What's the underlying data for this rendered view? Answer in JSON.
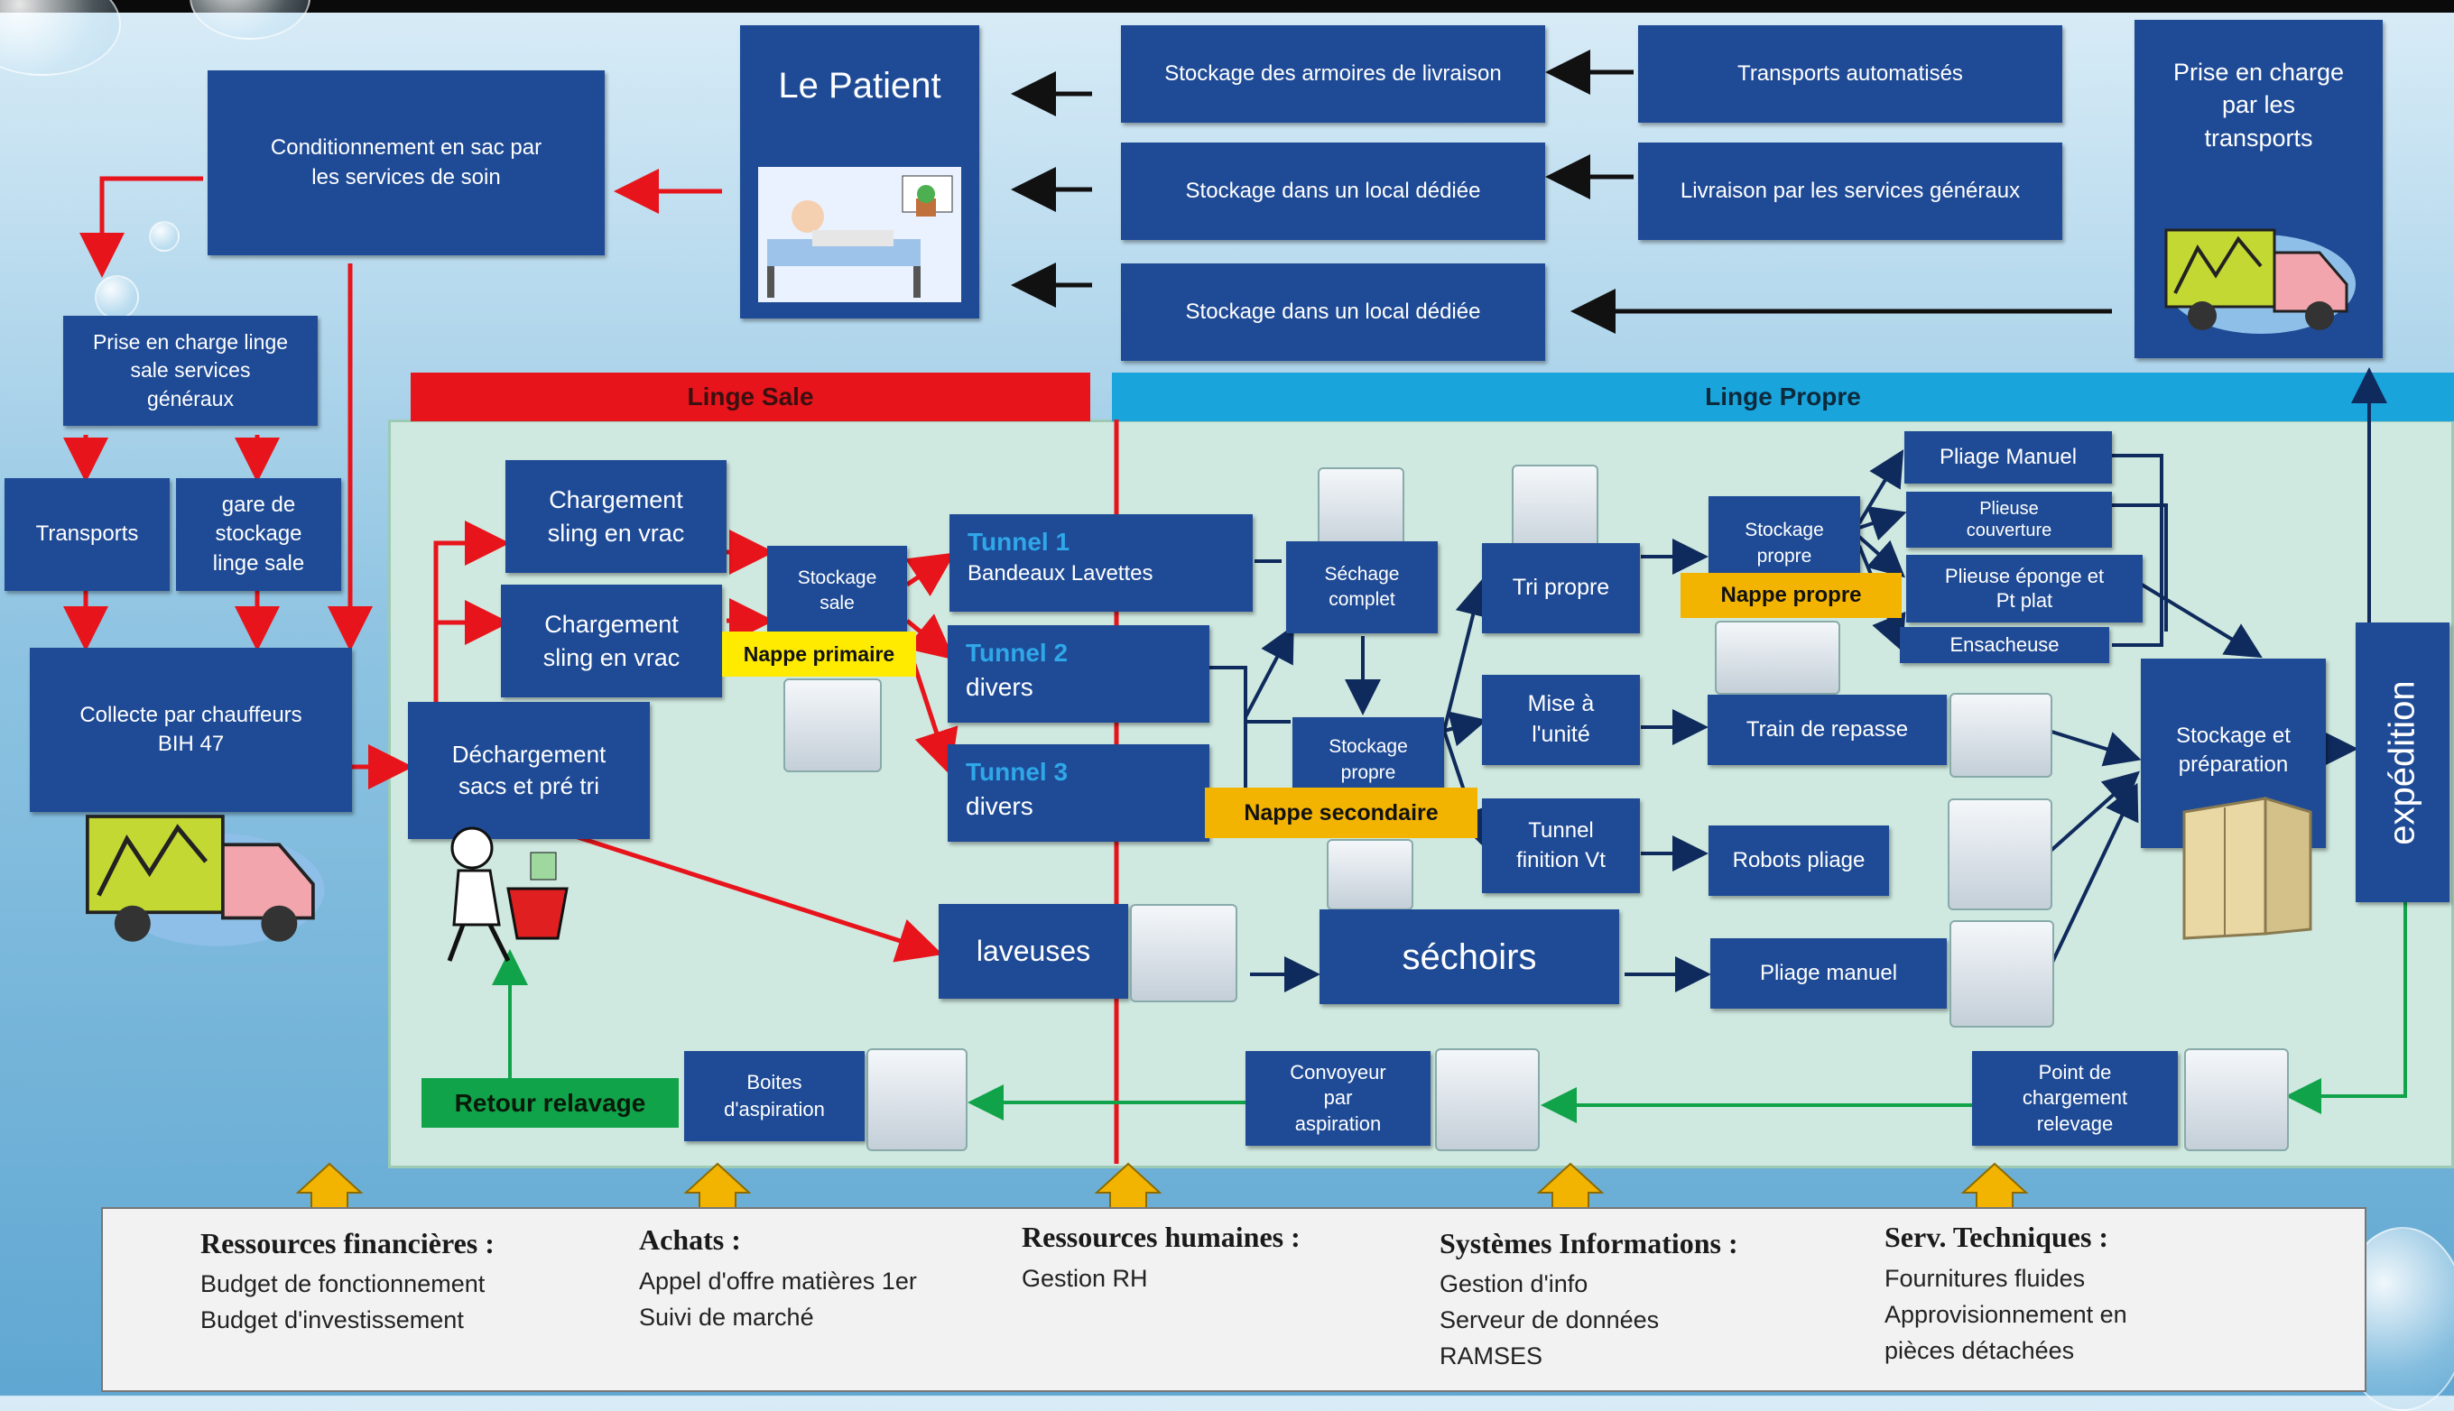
{
  "top": {
    "patient": "Le Patient",
    "conditionnement": "Conditionnement en sac par\nles services de soin",
    "stock_armoires": "Stockage des armoires de livraison",
    "stock_local_1": "Stockage dans un local dédiée",
    "stock_local_2": "Stockage dans un local dédiée",
    "transports_auto": "Transports automatisés",
    "livraison_sg": "Livraison par les services généraux",
    "prise_charge_transports": "Prise en charge\npar les\ntransports"
  },
  "left": {
    "prise_charge_linge": "Prise en charge linge\nsale services\ngénéraux",
    "transports": "Transports",
    "gare_stockage": "gare de\nstockage\nlinge sale",
    "collecte": "Collecte par chauffeurs\nBIH 47"
  },
  "bands": {
    "sale": "Linge Sale",
    "propre": "Linge Propre"
  },
  "process": {
    "chargement_1": "Chargement\nsling en vrac",
    "chargement_2": "Chargement\nsling en vrac",
    "dechargement": "Déchargement\nsacs et pré tri",
    "stockage_sale": "Stockage\nsale",
    "nappe_primaire": "Nappe primaire",
    "tunnel1_title": "Tunnel 1",
    "tunnel1_sub": "Bandeaux Lavettes",
    "tunnel2_title": "Tunnel 2",
    "tunnel2_sub": "divers",
    "tunnel3_title": "Tunnel 3",
    "tunnel3_sub": "divers",
    "laveuses": "laveuses",
    "sechage_complet": "Séchage\ncomplet",
    "stockage_propre_1": "Stockage\npropre",
    "nappe_secondaire": "Nappe secondaire",
    "sechoirs": "séchoirs",
    "tri_propre": "Tri propre",
    "mise_unite": "Mise à\nl'unité",
    "tunnel_finition": "Tunnel\nfinition Vt",
    "stockage_propre_2": "Stockage\npropre",
    "nappe_propre": "Nappe propre",
    "pliage_manuel_1": "Pliage Manuel",
    "plieuse_couverture": "Plieuse\ncouverture",
    "plieuse_eponge": "Plieuse éponge et\nPt plat",
    "ensacheuse": "Ensacheuse",
    "train_repasse": "Train de repasse",
    "robots_pliage": "Robots pliage",
    "pliage_manuel_2": "Pliage manuel",
    "stockage_preparation": "Stockage et\npréparation",
    "expedition": "expédition",
    "retour_relavage": "Retour relavage",
    "boites_aspiration": "Boites\nd'aspiration",
    "convoyeur": "Convoyeur\npar\naspiration",
    "point_chargement": "Point de\nchargement\nrelevage"
  },
  "resources": [
    {
      "title": "Ressources financières :",
      "lines": [
        "Budget de fonctionnement",
        "Budget d'investissement"
      ]
    },
    {
      "title": "Achats :",
      "lines": [
        "Appel d'offre matières 1er",
        "Suivi de marché"
      ]
    },
    {
      "title": "Ressources humaines :",
      "lines": [
        "Gestion RH"
      ]
    },
    {
      "title": "Systèmes Informations :",
      "lines": [
        "Gestion d'info",
        "Serveur de données",
        "RAMSES"
      ]
    },
    {
      "title": "Serv. Techniques :",
      "lines": [
        "Fournitures fluides",
        "Approvisionnement en",
        "pièces détachées"
      ]
    }
  ],
  "colors": {
    "box": "#1f4b96",
    "sale": "#e8141b",
    "propre": "#1aa4dc",
    "nappe": "#f2b400",
    "primaire": "#ffeb00",
    "retour": "#11a34a"
  }
}
